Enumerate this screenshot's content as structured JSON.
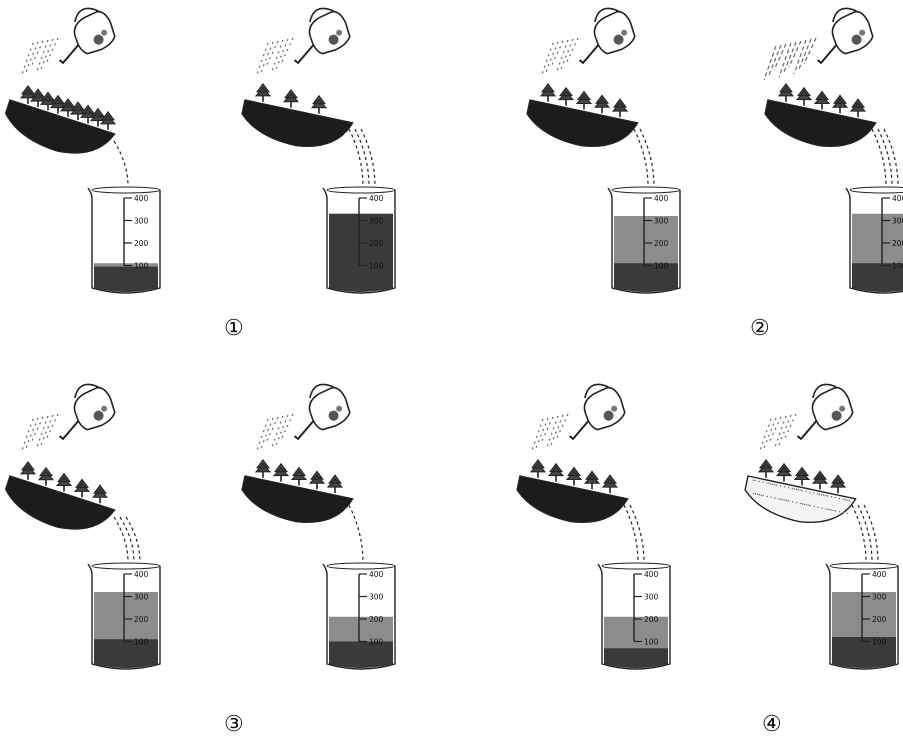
{
  "experiments": [
    {
      "label": "①",
      "setups": [
        {
          "plants": 9,
          "slope": "steep",
          "soil": "dark",
          "rain": "light",
          "stream": "single",
          "total_ml": 110,
          "sediment_ml": 95
        },
        {
          "plants": 3,
          "slope": "gentle",
          "soil": "dark",
          "rain": "light",
          "stream": "triple",
          "total_ml": 330,
          "sediment_ml": 330
        }
      ]
    },
    {
      "label": "②",
      "setups": [
        {
          "plants": 5,
          "slope": "gentle",
          "soil": "dark",
          "rain": "light",
          "stream": "double",
          "total_ml": 320,
          "sediment_ml": 110
        },
        {
          "plants": 5,
          "slope": "gentle",
          "soil": "dark",
          "rain": "heavy",
          "stream": "triple",
          "total_ml": 330,
          "sediment_ml": 110
        }
      ]
    },
    {
      "label": "③",
      "setups": [
        {
          "plants": 5,
          "slope": "steep",
          "soil": "dark",
          "rain": "light",
          "stream": "triple",
          "total_ml": 320,
          "sediment_ml": 110
        },
        {
          "plants": 5,
          "slope": "gentle",
          "soil": "dark",
          "rain": "light",
          "stream": "single",
          "total_ml": 210,
          "sediment_ml": 100
        }
      ]
    },
    {
      "label": "④",
      "setups": [
        {
          "plants": 5,
          "slope": "gentle",
          "soil": "dark",
          "rain": "light",
          "stream": "double",
          "total_ml": 210,
          "sediment_ml": 70
        },
        {
          "plants": 5,
          "slope": "gentle",
          "soil": "sand",
          "rain": "light",
          "stream": "triple",
          "total_ml": 320,
          "sediment_ml": 120
        }
      ]
    }
  ],
  "beaker_scale": [
    "400",
    "300",
    "200",
    "100"
  ],
  "colors": {
    "soil": "#1c1c1c",
    "sediment": "#3a3a3a",
    "water": "#8c8c8c",
    "line": "#222222"
  }
}
